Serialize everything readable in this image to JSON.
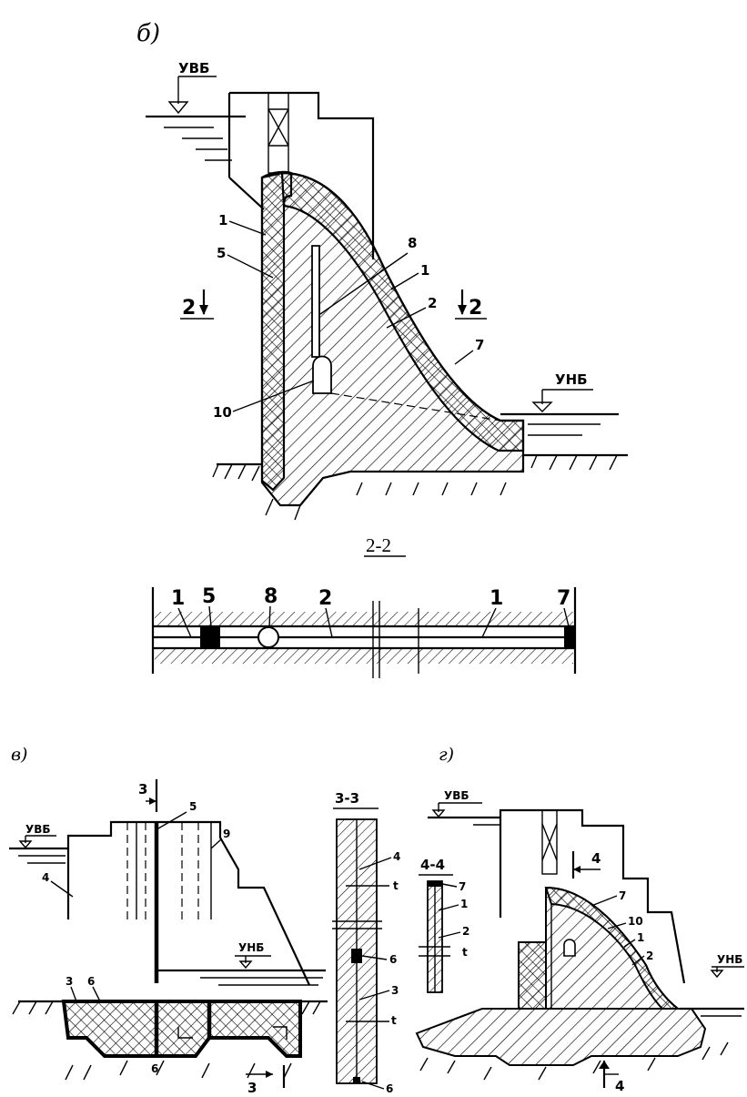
{
  "panel_b": {
    "label": "б)",
    "upstream_level": "УВБ",
    "downstream_level": "УНБ",
    "callouts": [
      "1",
      "5",
      "8",
      "1",
      "2",
      "7",
      "10"
    ],
    "section_mark": "2"
  },
  "section_2_2": {
    "title": "2-2",
    "callouts": [
      "1",
      "5",
      "8",
      "2",
      "1",
      "7"
    ]
  },
  "panel_v": {
    "label": "в)",
    "upstream_level": "УВБ",
    "downstream_level": "УНБ",
    "section_mark": "3",
    "callouts": [
      "5",
      "9",
      "4",
      "3",
      "6",
      "6"
    ]
  },
  "section_3_3": {
    "title": "3-3",
    "callouts": [
      "4",
      "t",
      "6",
      "3",
      "t",
      "6"
    ]
  },
  "panel_g": {
    "label": "г)",
    "upstream_level": "УВБ",
    "downstream_level": "УНБ",
    "section_mark": "4",
    "callouts": [
      "7",
      "10",
      "1",
      "2"
    ]
  },
  "section_4_4": {
    "title": "4-4",
    "callouts": [
      "7",
      "1",
      "2",
      "t"
    ]
  },
  "colors": {
    "ink": "#000000",
    "paper": "#ffffff"
  }
}
